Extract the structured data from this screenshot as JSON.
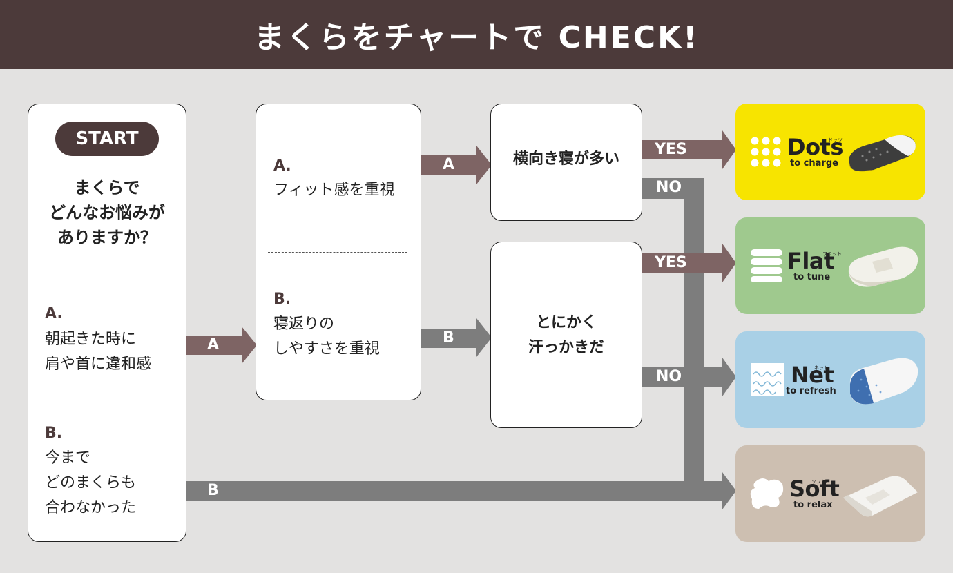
{
  "header": {
    "title": "まくらをチャートで CHECK!"
  },
  "start": {
    "badge": "START",
    "question": [
      "まくらで",
      "どんなお悩みが",
      "ありますか？"
    ],
    "option_a": {
      "letter": "A.",
      "lines": [
        "朝起きた時に",
        "肩や首に違和感"
      ]
    },
    "option_b": {
      "letter": "B.",
      "lines": [
        "今まで",
        "どのまくらも",
        "合わなかった"
      ]
    }
  },
  "step2": {
    "option_a": {
      "letter": "A.",
      "lines": [
        "フィット感を重視"
      ]
    },
    "option_b": {
      "letter": "B.",
      "lines": [
        "寝返りの",
        "しやすさを重視"
      ]
    }
  },
  "step3": {
    "side_sleep": {
      "lines": [
        "横向き寝が多い"
      ]
    },
    "sweat": {
      "lines": [
        "とにかく",
        "汗っかきだ"
      ]
    }
  },
  "arrow_labels": {
    "a": "A",
    "b": "B",
    "yes": "YES",
    "no": "NO"
  },
  "results": [
    {
      "name": "Dots",
      "kana": "ドッツ",
      "sub": "to charge",
      "color": "#f7e400"
    },
    {
      "name": "Flat",
      "kana": "フラット",
      "sub": "to tune",
      "color": "#9fc98e"
    },
    {
      "name": "Net",
      "kana": "ネット",
      "sub": "to refresh",
      "color": "#a9d0e6"
    },
    {
      "name": "Soft",
      "kana": "ソフト",
      "sub": "to relax",
      "color": "#cdbfb1"
    }
  ],
  "colors": {
    "brown": "#4c3a3a",
    "arrow_mauve": "#7e6464",
    "arrow_gray": "#7d7d7d",
    "background": "#e3e2e1"
  }
}
